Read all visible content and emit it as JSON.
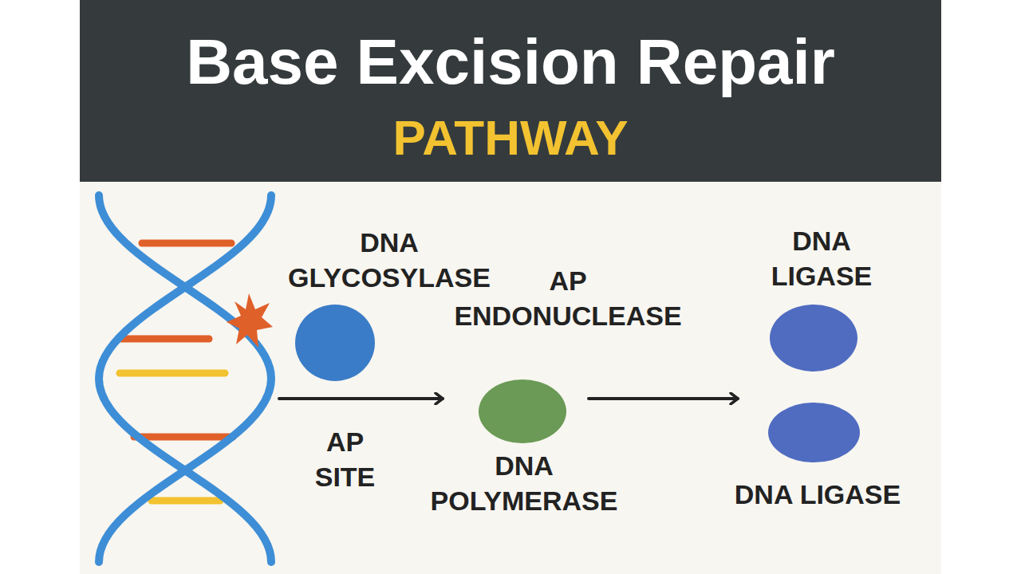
{
  "diagram": {
    "title": "Base Excision Repair",
    "nodes": [
      {
        "text": [
          "DNA GLYCOSYLASE"
        ]
      },
      {
        "text": [
          "AP ENDONUCLEASE",
          "DNA POLYMERASE"
        ]
      },
      {
        "text": [
          "DNA LIGASE"
        ]
      },
      {
        "text": [
          "DNA LIGASE"
        ]
      }
    ],
    "edges": [
      {
        "from": 0,
        "to": 1,
        "arrow": "to",
        "label": "AP SITE"
      },
      {
        "from": 1,
        "to": 2,
        "arrow": "to"
      }
    ],
    "labels": [
      "PATHWAY"
    ]
  }
}
